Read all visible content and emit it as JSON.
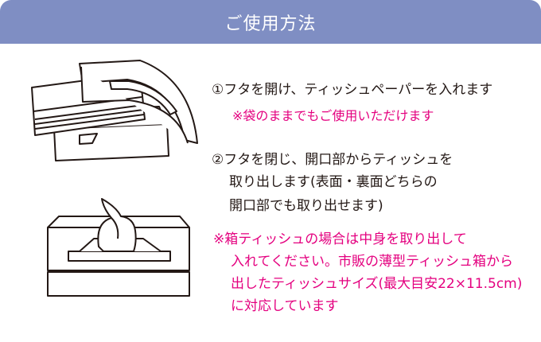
{
  "header": {
    "title": "ご使用方法"
  },
  "step1": {
    "text": "①フタを開け、ティッシュペーパーを入れます",
    "note": "※袋のままでもご使用いただけます"
  },
  "step2": {
    "lines": [
      "②フタを閉じ、開口部からティッシュを",
      "取り出します(表面・裏面どちらの",
      "開口部でも取り出せます)"
    ]
  },
  "note": {
    "lines": [
      "※箱ティッシュの場合は中身を取り出して",
      "入れてください。市販の薄型ティッシュ箱から",
      "出したティッシュサイズ(最大目安22×11.5cm)",
      "に対応しています"
    ]
  },
  "colors": {
    "header": "#7f8ec3",
    "accent": "#e4007f",
    "text": "#231815"
  },
  "icons": [
    "open-case-with-tissue-icon",
    "closed-case-with-tissue-icon"
  ]
}
